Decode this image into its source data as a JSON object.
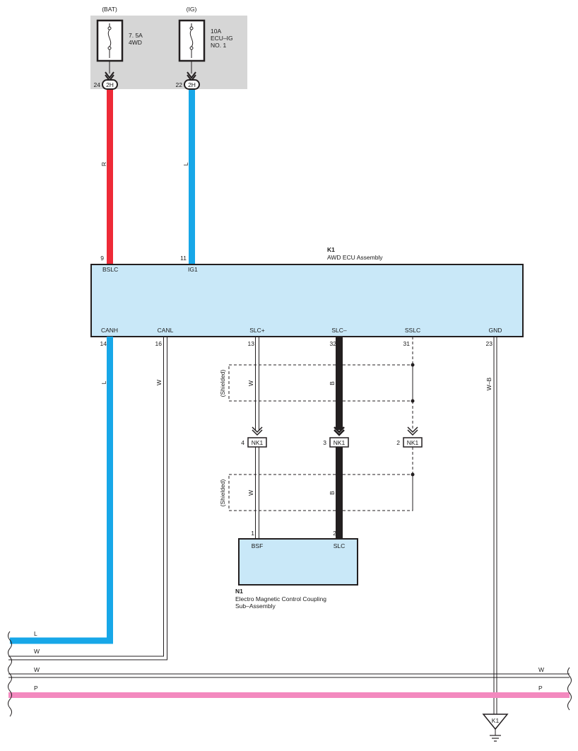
{
  "colors": {
    "red": "#ee2a37",
    "blue": "#17a7e8",
    "black": "#231f20",
    "pink": "#f389bf",
    "box_fill": "#c9e8f8",
    "fuse_panel": "#d6d6d6"
  },
  "fuses": {
    "bat": {
      "supply": "(BAT)",
      "rating": "7. 5A",
      "name": "4WD",
      "pin": "24",
      "conn": "2H"
    },
    "ig": {
      "supply": "(IG)",
      "rating": "10A",
      "name_line1": "ECU–IG",
      "name_line2": "NO. 1",
      "pin": "22",
      "conn": "2H"
    }
  },
  "wire_colors": {
    "bat": "R",
    "ig": "L",
    "canh": "L",
    "canl": "W",
    "slc_plus": "W",
    "slc_minus": "B",
    "gnd": "W–B",
    "shielded": "(Shielded)"
  },
  "ecu": {
    "id": "K1",
    "name": "AWD ECU Assembly",
    "top_pins": [
      {
        "num": "9",
        "label": "BSLC"
      },
      {
        "num": "11",
        "label": "IG1"
      }
    ],
    "bottom_pins": [
      {
        "num": "14",
        "label": "CANH"
      },
      {
        "num": "16",
        "label": "CANL"
      },
      {
        "num": "13",
        "label": "SLC+"
      },
      {
        "num": "32",
        "label": "SLC–"
      },
      {
        "num": "31",
        "label": "SSLC"
      },
      {
        "num": "23",
        "label": "GND"
      }
    ]
  },
  "junction": {
    "pins": [
      "4",
      "3",
      "2"
    ],
    "conn": "NK1"
  },
  "coupling": {
    "id": "N1",
    "name_line1": "Electro Magnetic Control Coupling",
    "name_line2": "Sub–Assembly",
    "pins": [
      {
        "num": "1",
        "label": "BSF"
      },
      {
        "num": "2",
        "label": "SLC"
      }
    ]
  },
  "bus": {
    "left_labels": [
      "L",
      "W",
      "W",
      "P"
    ],
    "right_labels": [
      "W",
      "P"
    ]
  },
  "ground": {
    "id": "K1"
  }
}
